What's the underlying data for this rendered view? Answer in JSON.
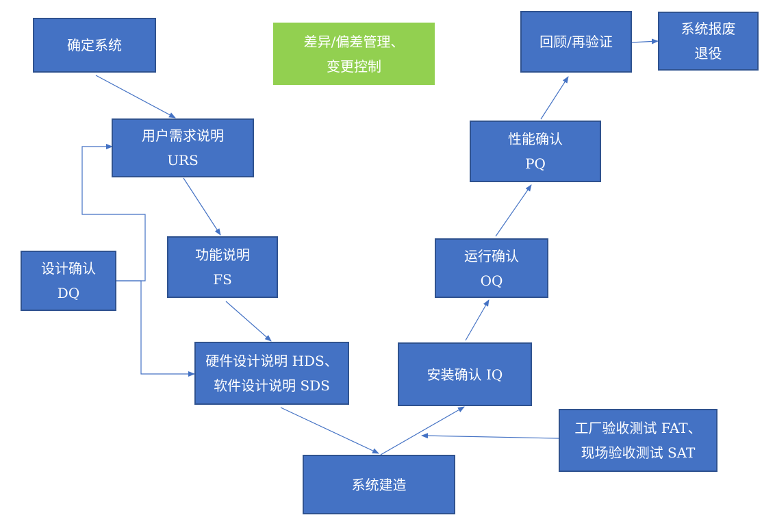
{
  "colors": {
    "box_fill": "#4472c4",
    "box_border": "#2f528f",
    "note_fill": "#92d050",
    "arrow": "#4472c4"
  },
  "nodes": {
    "determine": {
      "lines": [
        "确定系统"
      ]
    },
    "urs": {
      "lines": [
        "用户需求说明",
        "URS"
      ]
    },
    "fs": {
      "lines": [
        "功能说明",
        "FS"
      ]
    },
    "dq": {
      "lines": [
        "设计确认",
        "DQ"
      ]
    },
    "hds_sds": {
      "lines": [
        "硬件设计说明 HDS、",
        "软件设计说明 SDS"
      ]
    },
    "build": {
      "lines": [
        "系统建造"
      ]
    },
    "iq": {
      "lines": [
        "安装确认 IQ"
      ]
    },
    "oq": {
      "lines": [
        "运行确认",
        "OQ"
      ]
    },
    "pq": {
      "lines": [
        "性能确认",
        "PQ"
      ]
    },
    "review": {
      "lines": [
        "回顾/再验证"
      ]
    },
    "retire": {
      "lines": [
        "系统报废",
        "退役"
      ]
    },
    "fat_sat": {
      "lines": [
        "工厂验收测试 FAT、",
        "现场验收测试 SAT"
      ]
    },
    "deviation": {
      "lines": [
        "差异/偏差管理、",
        "变更控制"
      ]
    }
  }
}
